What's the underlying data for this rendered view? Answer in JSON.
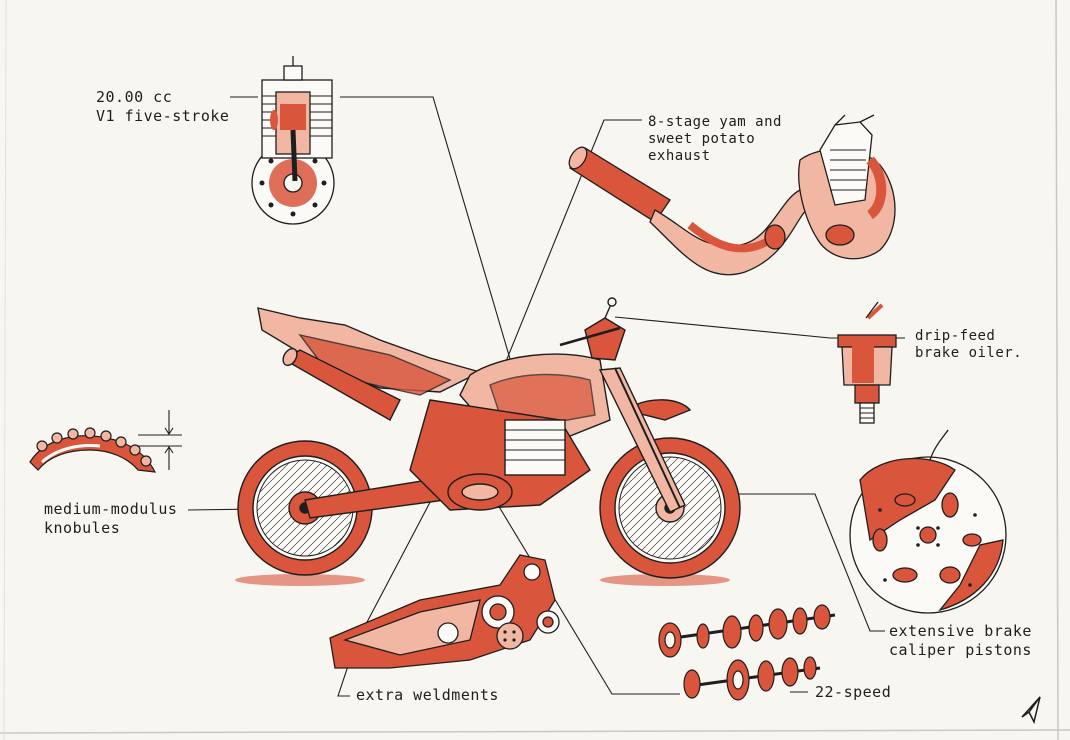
{
  "sheet": {
    "paper_color": "#f7f6f1",
    "ink_color": "#1e1e1e",
    "wash_color": "#d9553c",
    "wash_light": "#f1b7a2"
  },
  "labels": {
    "engine": {
      "line1": "20.00 cc",
      "line2": "V1 five-stroke"
    },
    "exhaust": {
      "line1": "8-stage yam and",
      "line2": "sweet potato",
      "line3": "exhaust"
    },
    "oiler": {
      "line1": "drip-feed",
      "line2": "brake oiler."
    },
    "tire": {
      "line1": "medium-modulus",
      "line2": "knobules"
    },
    "brake": {
      "line1": "extensive brake",
      "line2": "caliper pistons"
    },
    "weldments": {
      "text": "extra  weldments"
    },
    "gearbox": {
      "text": "22-speed"
    }
  },
  "icons": {
    "signature": "paper-plane-signature-icon"
  }
}
